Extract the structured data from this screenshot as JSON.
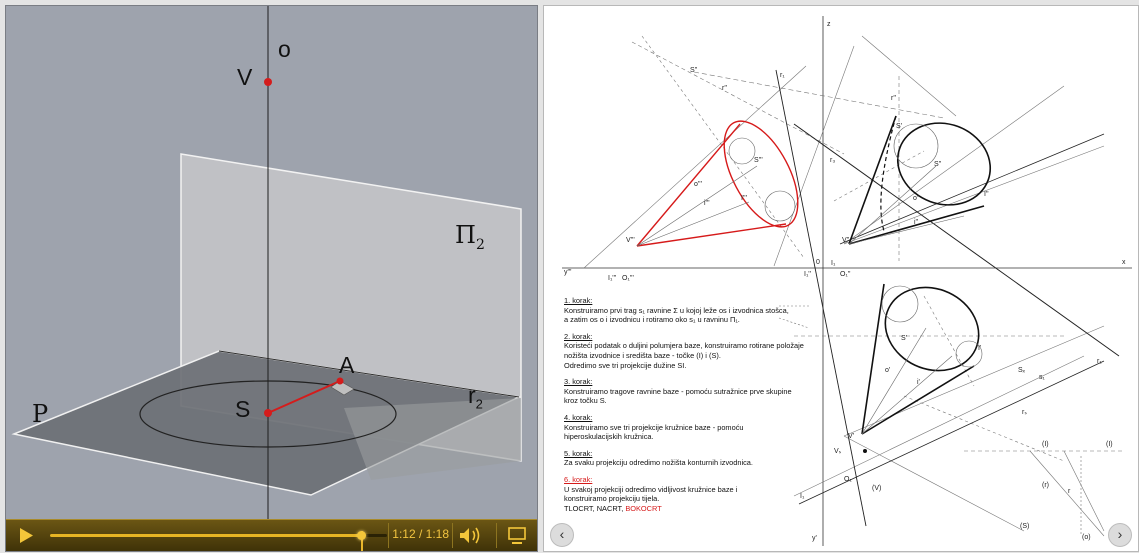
{
  "video": {
    "labels": {
      "o": "o",
      "V": "V",
      "pi2": "Π",
      "pi2_sub": "2",
      "A": "A",
      "S": "S",
      "r2": "r",
      "r2_sub": "2",
      "P": "P"
    },
    "player": {
      "time": "1:12 / 1:18",
      "progress": 0.923
    },
    "colors": {
      "accent": "#e7b524",
      "point": "#d41c1c"
    }
  },
  "drawing": {
    "axis_labels": {
      "z": "z",
      "x": "x",
      "y1": "y'''",
      "y2": "y'"
    },
    "labels": {
      "S2": "S''",
      "r2": "r''",
      "r1": "r₁",
      "r3": "r₃",
      "S3": "S'''",
      "I3": "I'''",
      "o3": "o'''",
      "i3": "i'''",
      "V3": "V'''",
      "I1_3": "I₁'''",
      "O1_3": "O₁'''",
      "Sb": "S'",
      "S2b": "S''",
      "I2": "I''",
      "o2": "o''",
      "V2": "V''",
      "i2": "i''",
      "r2top": "r''",
      "zero": "0",
      "I1b": "I₁",
      "I1_2": "I₁''",
      "O1_2": "O₁''",
      "S1": "S'",
      "I1": "I'",
      "o1": "o'",
      "i1": "i'",
      "V1": "V'",
      "Vs": "Vₛ",
      "O1": "O₁",
      "I1bot": "I₁",
      "Sx": "Sₓ",
      "s1": "s₁",
      "r1b": "r₁",
      "rsig": "rₛ",
      "Ipar": "(I)",
      "Ipar2": "(I)",
      "rpar": "(r)",
      "Vpar": "(V)",
      "Spar": "(S)",
      "opar": "(o)",
      "r": "r"
    },
    "steps": [
      {
        "title": "1. korak:",
        "lines": [
          "Konstruiramo prvi trag s₁ ravnine Σ u kojoj leže os i izvodnica stošca,",
          "a zatim os o i izvodnicu i rotiramo oko s₁ u ravninu Π₁."
        ]
      },
      {
        "title": "2. korak:",
        "lines": [
          "Koristeći podatak o duljini polumjera baze, konstruiramo rotirane položaje",
          "nožišta izvodnice i  središta baze  - točke (I) i (S).",
          "Odredimo sve tri projekcije dužine SI."
        ]
      },
      {
        "title": "3. korak:",
        "lines": [
          "Konstruiramo tragove ravnine baze - pomoću sutražnice prve skupine",
          "kroz točku S."
        ]
      },
      {
        "title": "4. korak:",
        "lines": [
          "Konstruiramo sve tri projekcije kružnice baze - pomoću",
          "hiperoskulacijskih kružnica."
        ]
      },
      {
        "title": "5. korak:",
        "lines": [
          "Za svaku projekciju odredimo nožišta konturnih izvodnica."
        ]
      },
      {
        "title": "6. korak:",
        "lines": [
          "U svakoj projekciji odredimo vidljivost kružnice baze i",
          "konstruiramo projekciju tijela."
        ],
        "red": true
      },
      {
        "title": "",
        "lines": [],
        "tail": "TLOCRT, NACRT, ",
        "tail_red": "BOKOCRT"
      }
    ],
    "nav": {
      "prev": "‹",
      "next": "›"
    }
  }
}
